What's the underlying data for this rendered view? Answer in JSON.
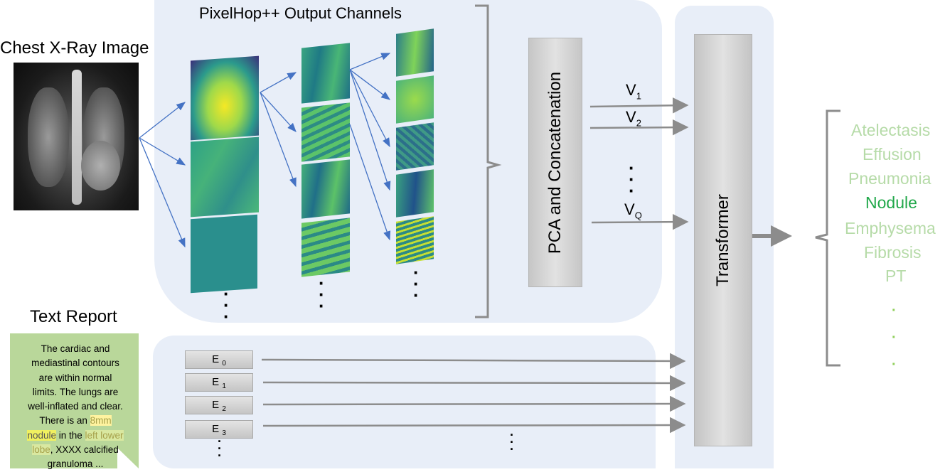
{
  "inputs": {
    "xray_title": "Chest X-Ray Image",
    "report_title": "Text Report"
  },
  "pixelhop": {
    "title": "PixelHop++ Output Channels"
  },
  "pca": {
    "label": "PCA and Concatenation"
  },
  "vectors": [
    {
      "base": "V",
      "sub": "1"
    },
    {
      "base": "V",
      "sub": "2"
    },
    {
      "base": "V",
      "sub": "Q"
    }
  ],
  "embeddings": [
    {
      "base": "E",
      "sub": "0"
    },
    {
      "base": "E",
      "sub": "1"
    },
    {
      "base": "E",
      "sub": "2"
    },
    {
      "base": "E",
      "sub": "3"
    }
  ],
  "transformer": {
    "label": "Transformer"
  },
  "report": {
    "lines": [
      "The cardiac and",
      "mediastinal contours",
      "are within normal",
      "limits. The lungs are",
      "well-inflated and clear."
    ],
    "line6_pre": "There is an ",
    "line6_hl": "8mm",
    "line7_hl": "nodule",
    "line7_mid": " in the ",
    "line7_hl2": "left lower",
    "line8_hl": "lobe",
    "line8_post": ", XXXX calcified",
    "line9": "granuloma ..."
  },
  "outputs": {
    "labels": [
      "Atelectasis",
      "Effusion",
      "Pneumonia",
      "Nodule",
      "Emphysema",
      "Fibrosis",
      "PT"
    ],
    "highlighted": "Nodule",
    "colors": {
      "normal": "#b6dba8",
      "highlighted": "#21a84a"
    }
  },
  "colors": {
    "panel": "#e8eef8",
    "arrow_blue": "#4472c4",
    "arrow_gray": "#8c8c8c"
  }
}
